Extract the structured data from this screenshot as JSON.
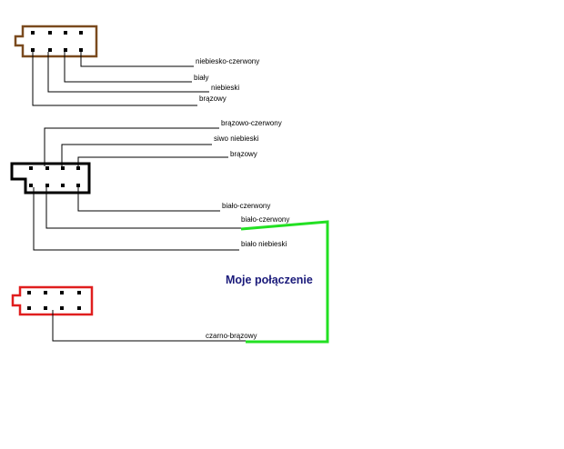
{
  "colors": {
    "connector_top": "#7a4a1e",
    "connector_middle": "#000000",
    "connector_bottom": "#e01e1e",
    "my_connection": "#22e022",
    "title": "#1a1a7a",
    "wire": "#000000"
  },
  "connector_top": {
    "wires": [
      "niebiesko-czerwony",
      "biały",
      "niebieski",
      "brązowy"
    ]
  },
  "connector_middle": {
    "wires": [
      "brązowo-czerwony",
      "siwo niebieski",
      "brązowy",
      "biało-czerwony",
      "biało-czerwony",
      "biało niebieski"
    ]
  },
  "connector_bottom": {
    "wires": [
      "czarno-brązowy"
    ]
  },
  "annotation": {
    "title": "Moje połączenie"
  }
}
